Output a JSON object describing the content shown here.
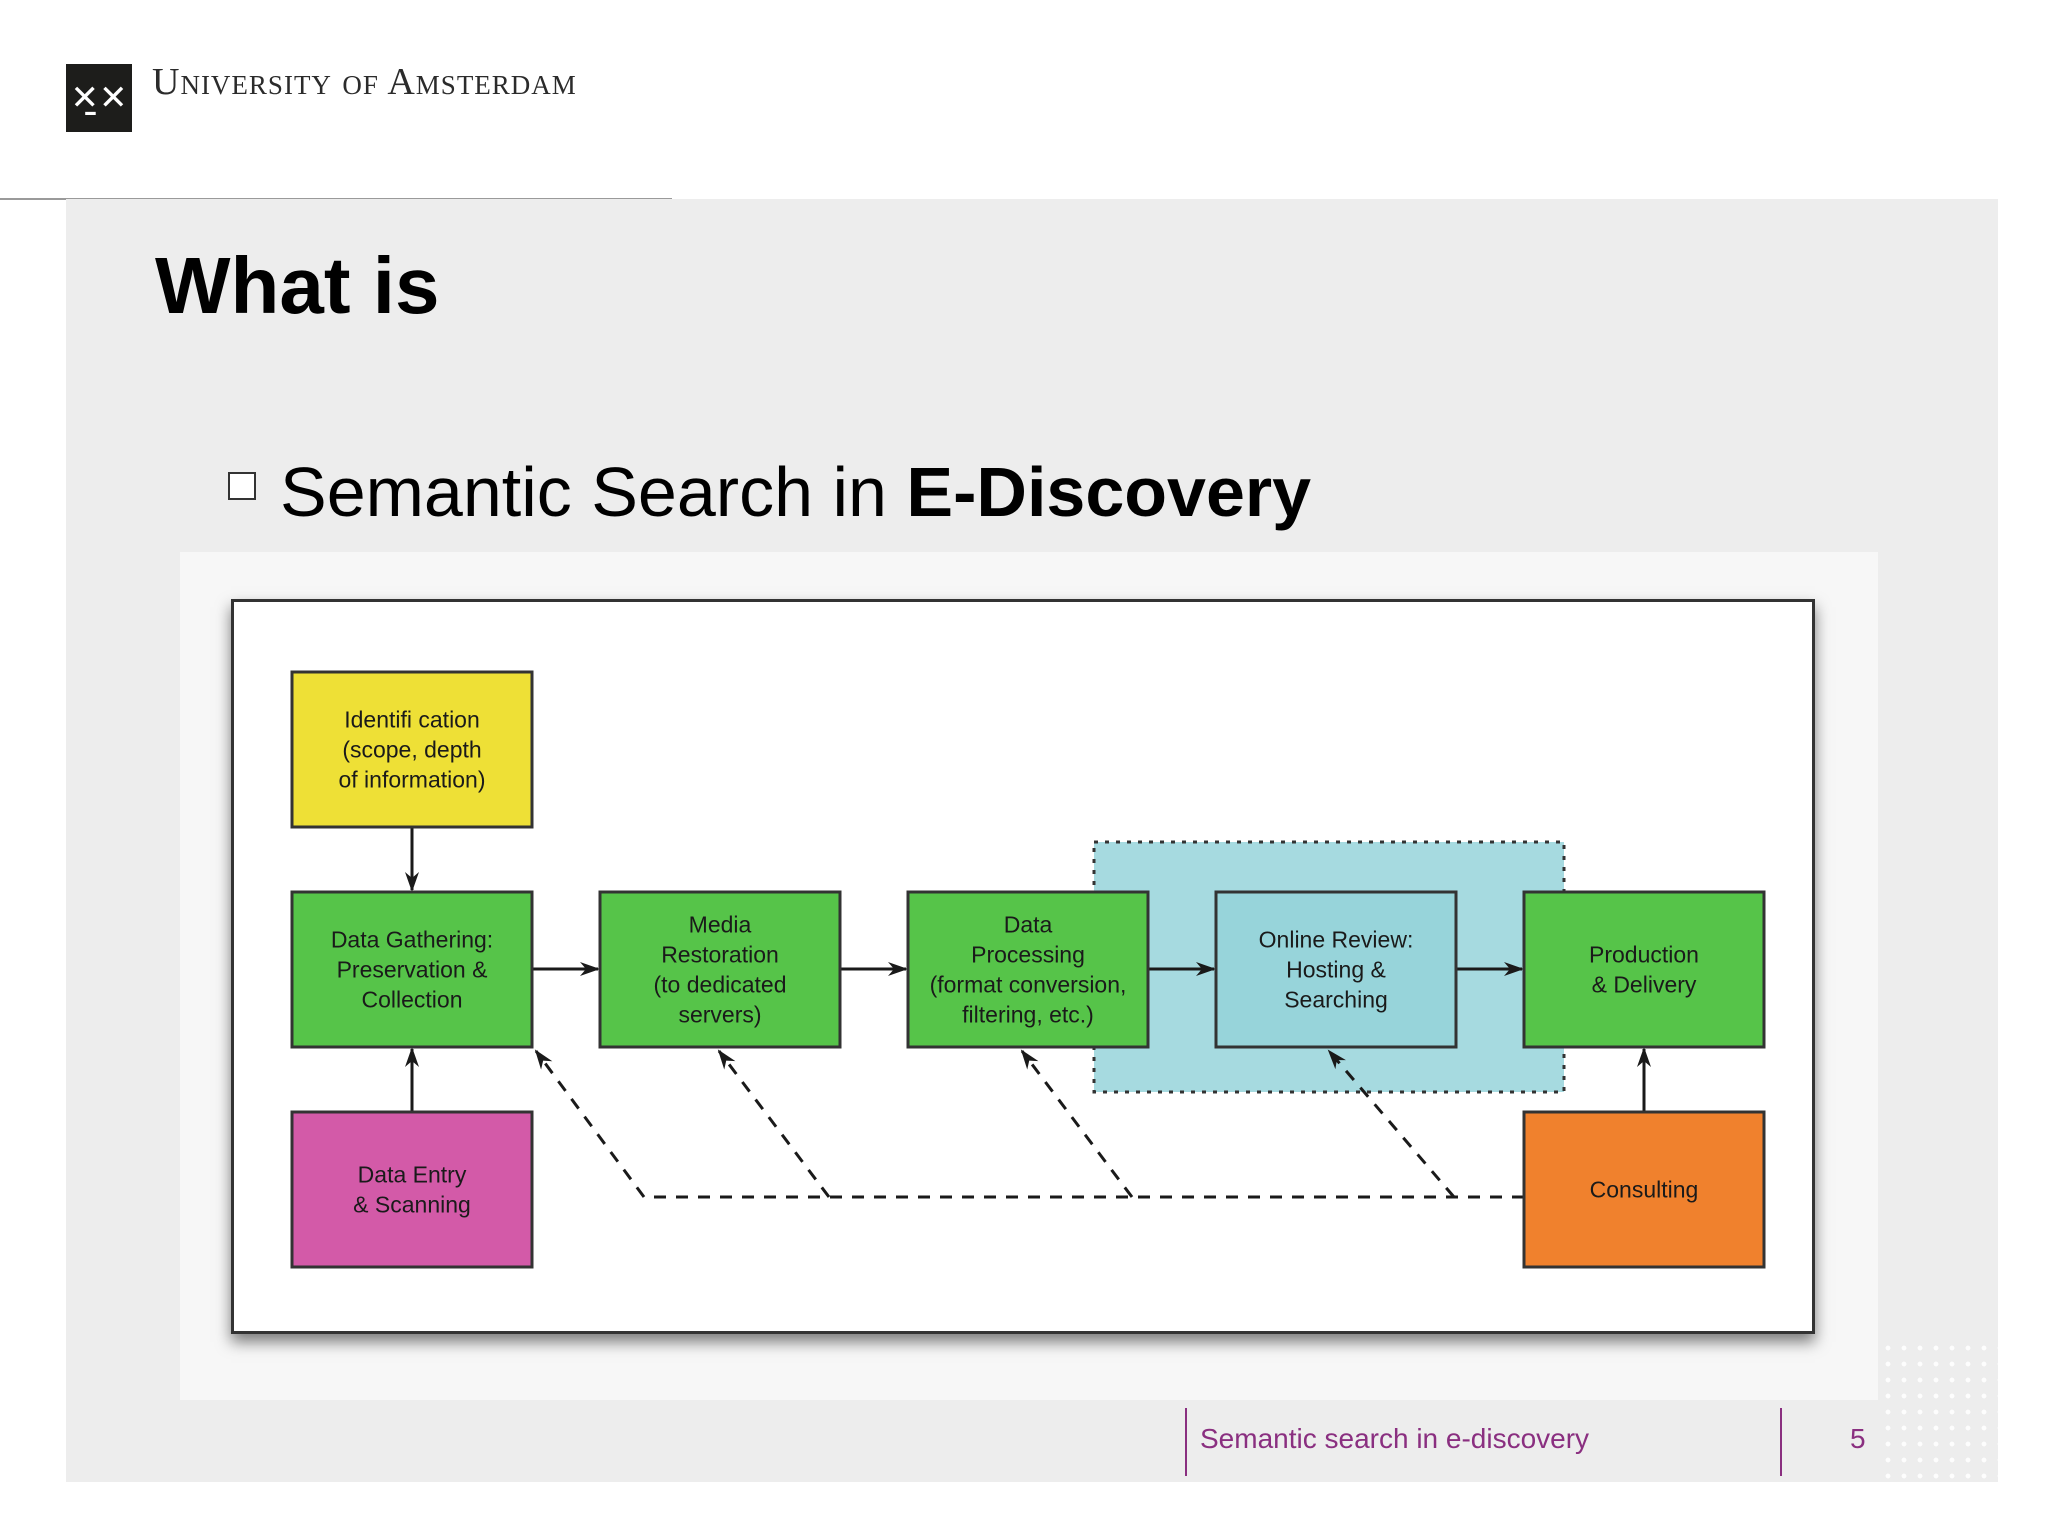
{
  "header": {
    "logo_glyphs": "✕̱✕",
    "university": "University of Amsterdam"
  },
  "slide": {
    "title": "What is",
    "bullet_plain": "Semantic Search in ",
    "bullet_bold": "E-Discovery"
  },
  "diagram": {
    "boxes": [
      {
        "id": "identification",
        "lines": [
          "Identifi cation",
          "(scope, depth",
          "of information)"
        ],
        "color": "#eee036"
      },
      {
        "id": "data-gathering",
        "lines": [
          "Data Gathering:",
          "Preservation &",
          "Collection"
        ],
        "color": "#56c449"
      },
      {
        "id": "media-restoration",
        "lines": [
          "Media",
          "Restoration",
          "(to dedicated",
          "servers)"
        ],
        "color": "#56c449"
      },
      {
        "id": "data-processing",
        "lines": [
          "Data",
          "Processing",
          "(format conversion,",
          "filtering, etc.)"
        ],
        "color": "#56c449"
      },
      {
        "id": "online-review",
        "lines": [
          "Online Review:",
          "Hosting &",
          "Searching"
        ],
        "color": "#97d4da"
      },
      {
        "id": "production-delivery",
        "lines": [
          "Production",
          "& Delivery"
        ],
        "color": "#56c449"
      },
      {
        "id": "data-entry",
        "lines": [
          "Data Entry",
          "& Scanning"
        ],
        "color": "#d35aa8"
      },
      {
        "id": "consulting",
        "lines": [
          "Consulting"
        ],
        "color": "#f0812d"
      }
    ],
    "highlight_color": "#97d4da",
    "line_color": "#1a1a1a"
  },
  "footer": {
    "title": "Semantic search in e-discovery",
    "page": "5",
    "accent_color": "#8a2f80"
  }
}
